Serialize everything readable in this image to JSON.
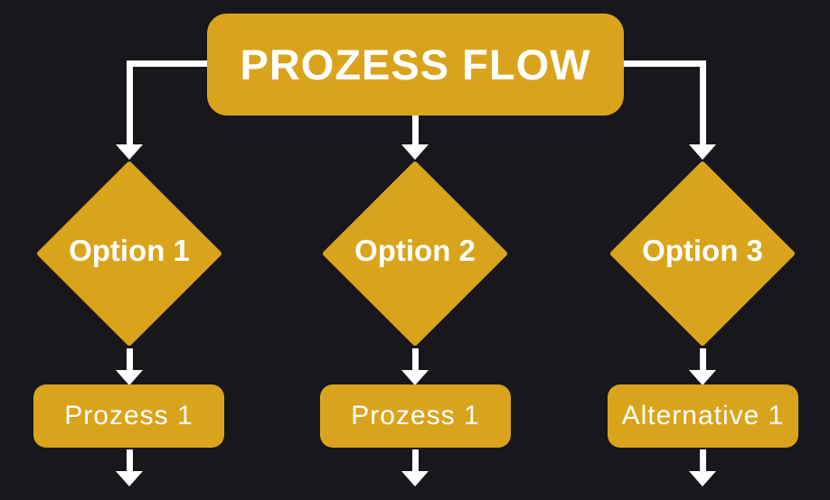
{
  "diagram": {
    "title": {
      "label": "PROZESS FLOW"
    },
    "options": [
      {
        "label": "Option 1"
      },
      {
        "label": "Option 2"
      },
      {
        "label": "Option 3"
      }
    ],
    "processes": [
      {
        "label": "Prozess 1"
      },
      {
        "label": "Prozess 1"
      },
      {
        "label": "Alternative 1"
      }
    ]
  },
  "colors": {
    "background": "#17171C",
    "node_fill": "#D9A41C",
    "text": "#FFFFFF",
    "connector": "#FFFFFF"
  }
}
